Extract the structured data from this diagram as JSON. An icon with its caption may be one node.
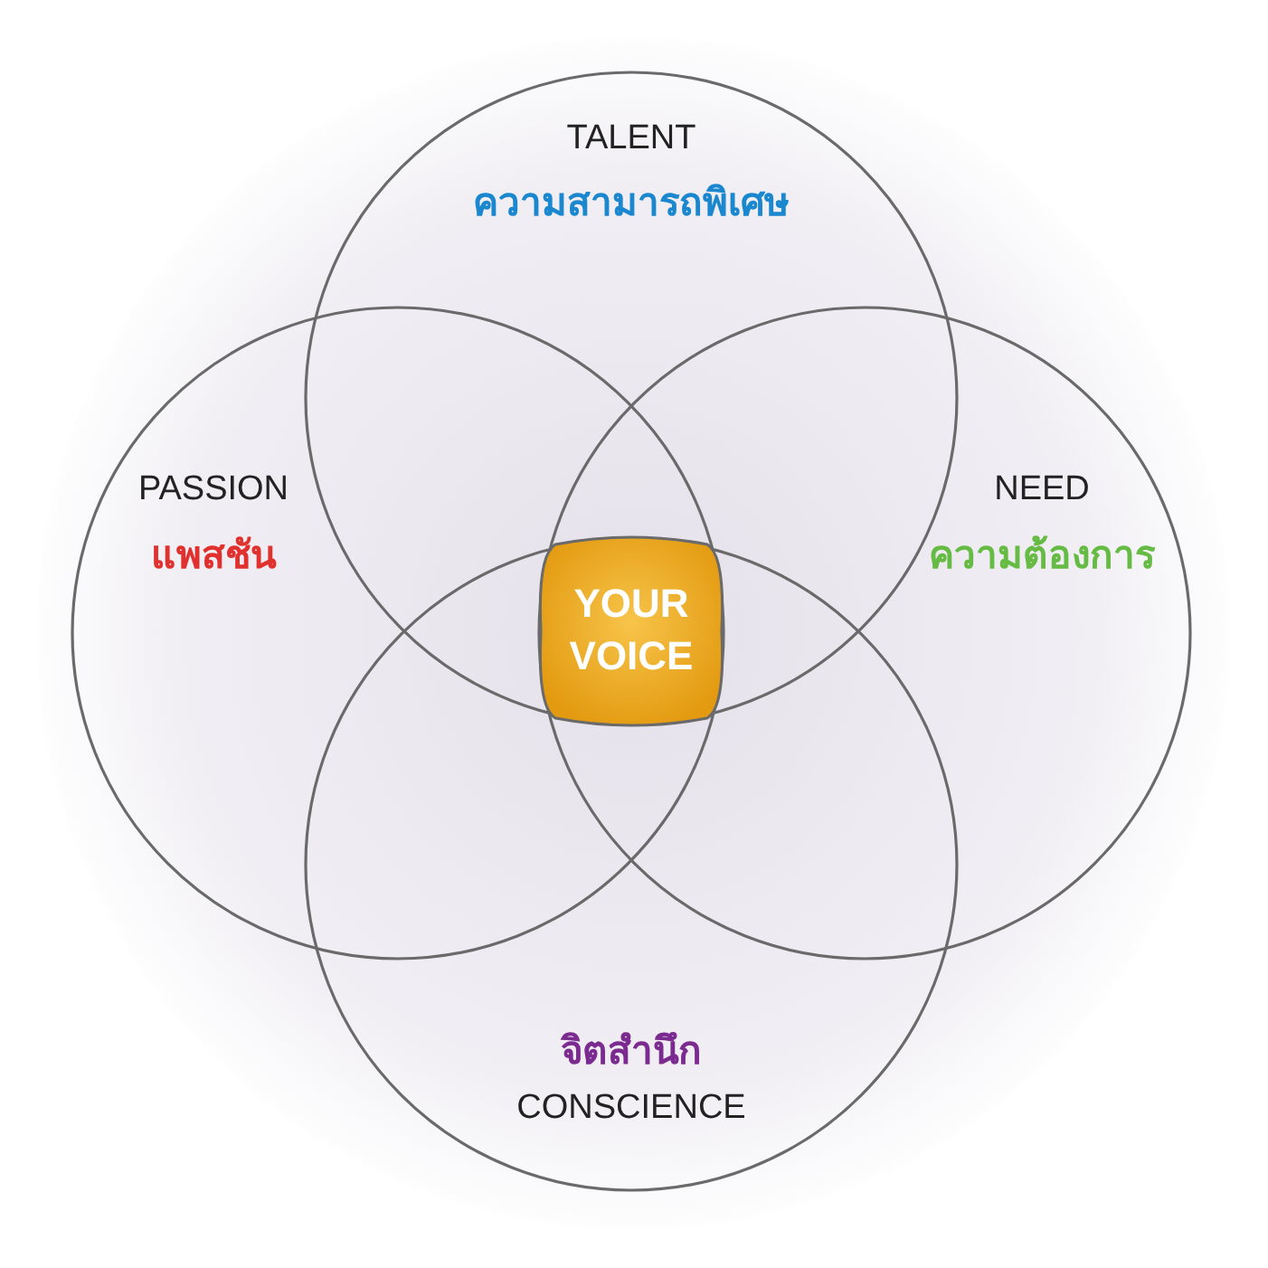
{
  "diagram": {
    "nodes": [
      {
        "text": [
          "TALENT",
          "ความสามารถพิเศษ"
        ]
      },
      {
        "text": [
          "PASSION",
          "แพสชัน"
        ]
      },
      {
        "text": [
          "NEED",
          "ความต้องการ"
        ]
      },
      {
        "text": [
          "จิตสำนึก",
          "CONSCIENCE"
        ]
      },
      {
        "text": [
          "YOUR VOICE"
        ]
      }
    ]
  }
}
